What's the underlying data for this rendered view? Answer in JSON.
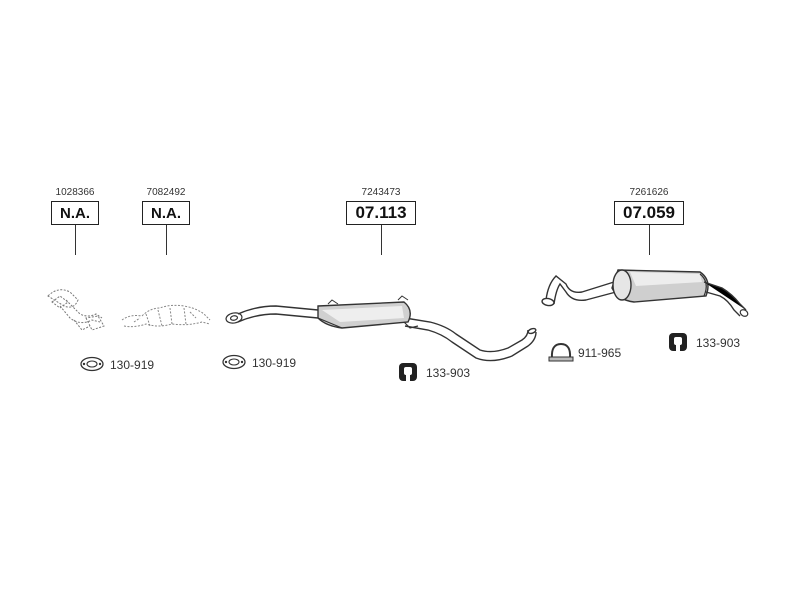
{
  "callouts": [
    {
      "ref": "1028366",
      "part": "N.A."
    },
    {
      "ref": "7082492",
      "part": "N.A."
    },
    {
      "ref": "7243473",
      "part": "07.113"
    },
    {
      "ref": "7261626",
      "part": "07.059"
    }
  ],
  "accessories": [
    {
      "code": "130-919",
      "icon": "gasket-icon"
    },
    {
      "code": "130-919",
      "icon": "gasket-icon"
    },
    {
      "code": "133-903",
      "icon": "rubber-mount-icon"
    },
    {
      "code": "911-965",
      "icon": "pipe-clamp-icon"
    },
    {
      "code": "133-903",
      "icon": "rubber-mount-icon"
    }
  ]
}
